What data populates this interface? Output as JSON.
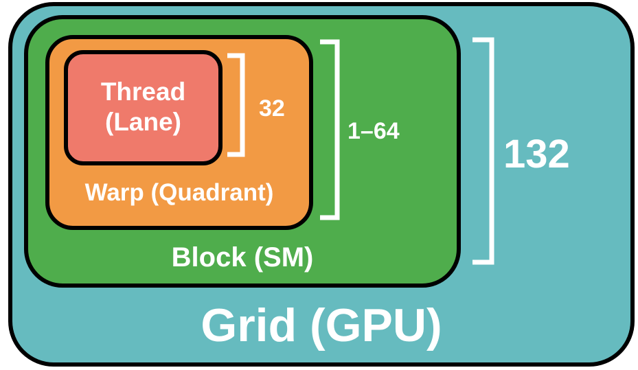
{
  "colors": {
    "grid": "#66bbbf",
    "block": "#4fad4c",
    "warp": "#f29a44",
    "thread": "#ef7a6b",
    "outline": "#000000",
    "text": "#ffffff"
  },
  "diagram": {
    "thread_label_line1": "Thread",
    "thread_label_line2": "(Lane)",
    "warp_label": "Warp (Quadrant)",
    "block_label": "Block (SM)",
    "grid_label": "Grid (GPU)",
    "threads_per_warp": "32",
    "warps_per_block": "1–64",
    "blocks_per_grid": "132"
  }
}
